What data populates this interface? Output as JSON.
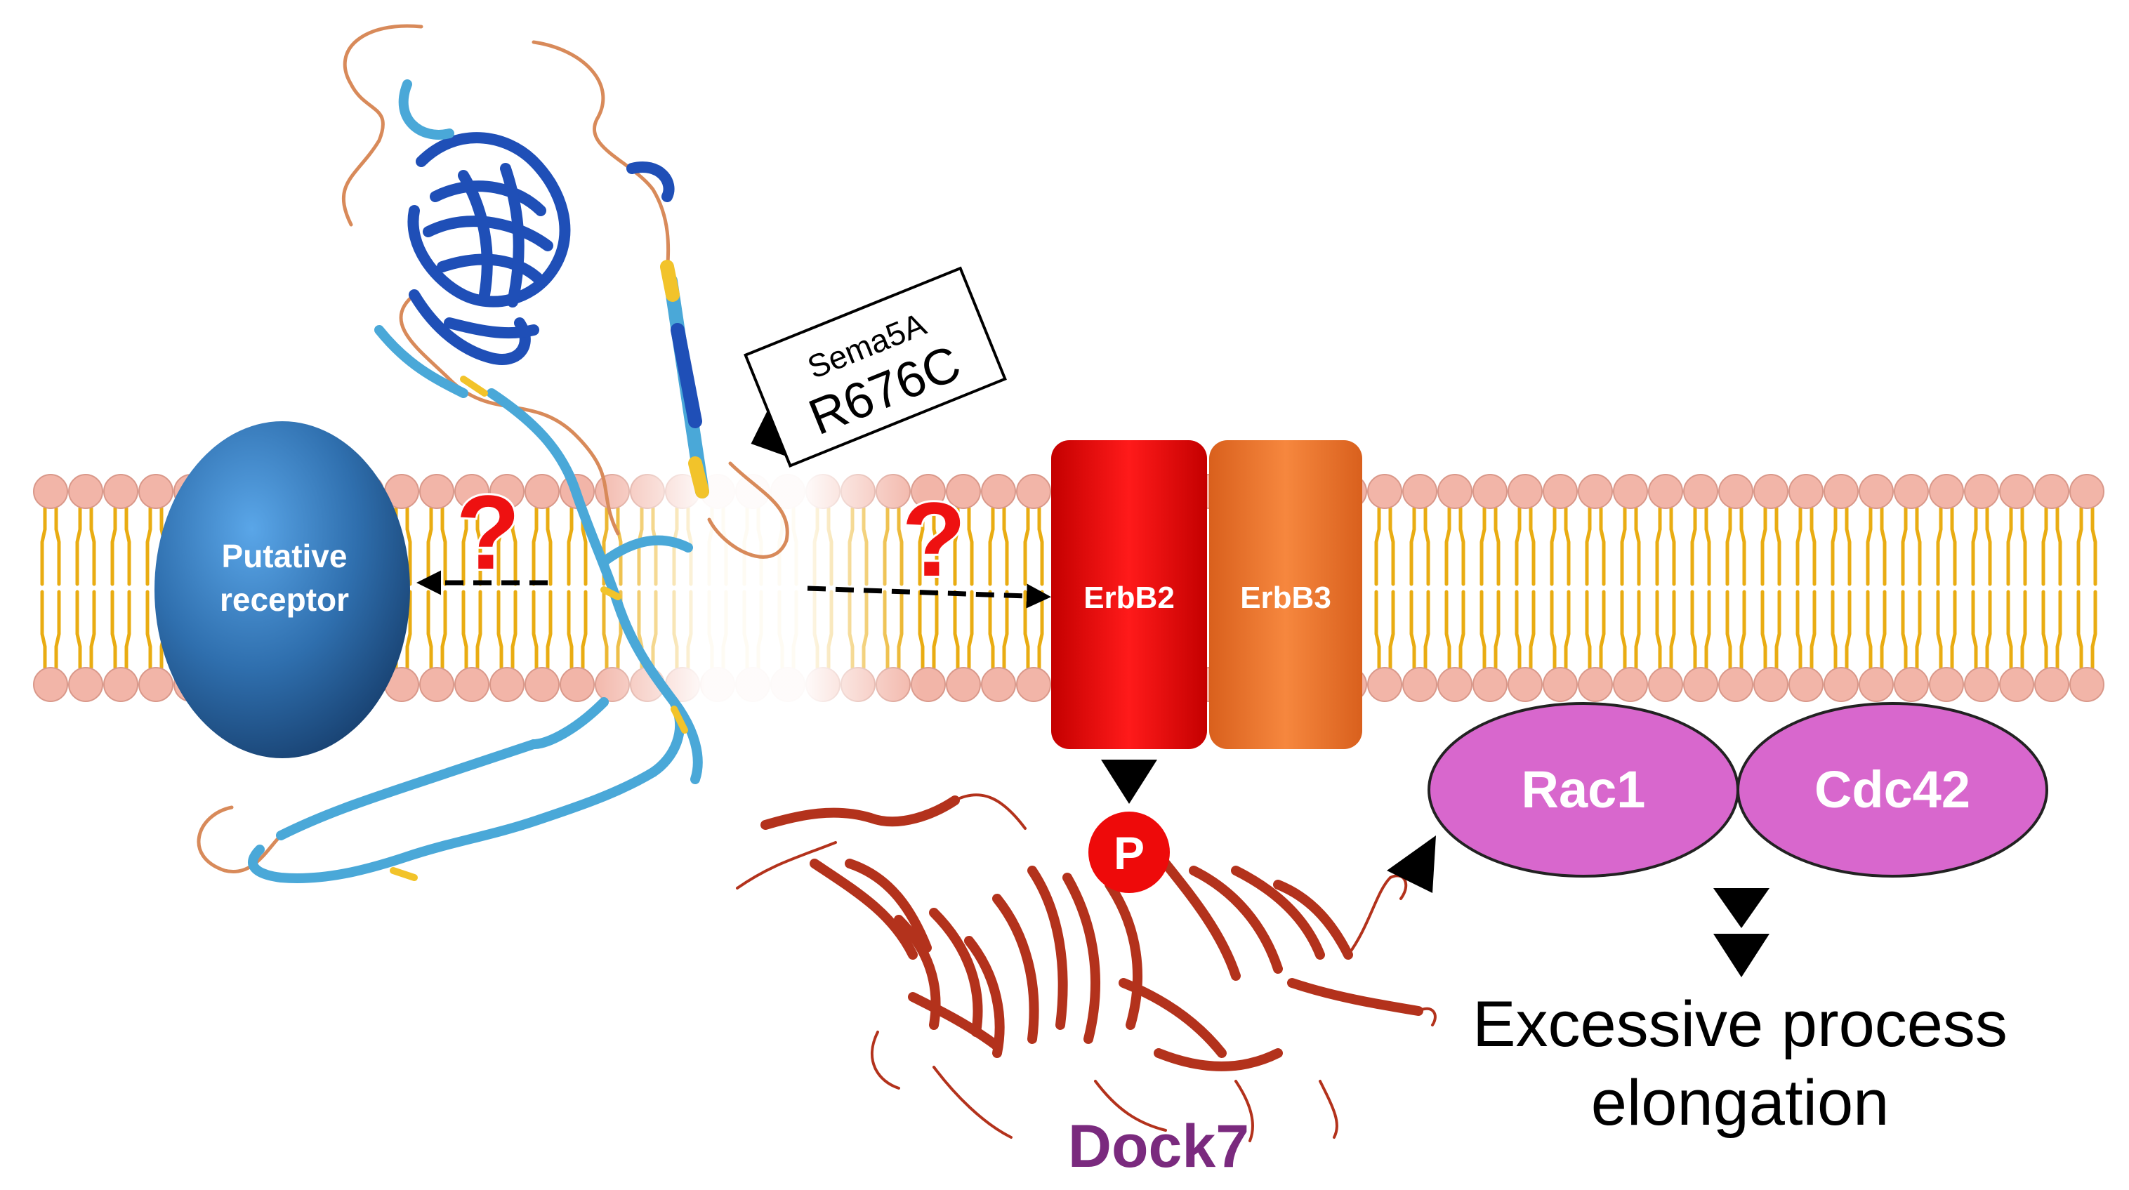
{
  "labels": {
    "putative_receptor": [
      "Putative",
      "receptor"
    ],
    "mutation_box": {
      "line1": "Sema5A",
      "line2": "R676C"
    },
    "question_mark": "?",
    "erbb2": "ErbB2",
    "erbb3": "ErbB3",
    "phospho": "P",
    "dock7": "Dock7",
    "rac1": "Rac1",
    "cdc42": "Cdc42",
    "outcome": [
      "Excessive process",
      "elongation"
    ]
  },
  "colors": {
    "background": "#ffffff",
    "lipid_head": "#f2b5a8",
    "lipid_tail": "#e9ac12",
    "receptor_blue": "#2f6fae",
    "erbb2_red": "#ee0a0a",
    "erbb3_orange": "#f0782f",
    "phospho_red": "#ee0a0a",
    "rac_cdc_magenta": "#d867cd",
    "dock7_text": "#7a2a7e",
    "dock7_structure": "#b3321c",
    "sema5a_dark_blue": "#1f4fb7",
    "sema5a_light_blue": "#4aa8d8",
    "sema5a_yellow": "#f2c32a",
    "sema5a_coil": "#d88a5a",
    "question_red": "#ee1111",
    "arrow_black": "#000000"
  },
  "icons": {
    "sema5a_structure": "sema5a-protein-structure-icon",
    "dock7_structure": "dock7-protein-structure-icon",
    "membrane": "lipid-bilayer-icon"
  }
}
